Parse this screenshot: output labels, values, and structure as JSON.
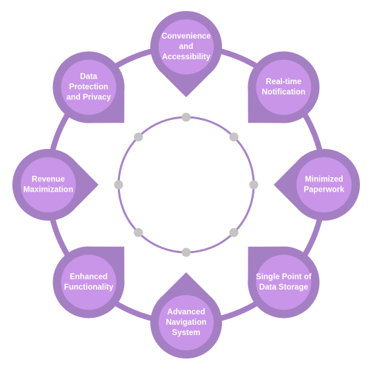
{
  "colors": {
    "petal_outer": "#a57fc4",
    "petal_inner": "#c995e9",
    "center_ring": "#a882c6",
    "dots": "#c4c4c4",
    "label": "#ffffff"
  },
  "center_ring": {
    "label": ""
  },
  "benefits": [
    {
      "id": "convenience",
      "lines": [
        "Convenience",
        "and",
        "Accessibility"
      ]
    },
    {
      "id": "realtime",
      "lines": [
        "Real-time",
        "Notification"
      ]
    },
    {
      "id": "paperwork",
      "lines": [
        "Minimized",
        "Paperwork"
      ]
    },
    {
      "id": "storage",
      "lines": [
        "Single Point of",
        "Data Storage"
      ]
    },
    {
      "id": "navigation",
      "lines": [
        "Advanced",
        "Navigation",
        "System"
      ]
    },
    {
      "id": "functionality",
      "lines": [
        "Enhanced",
        "Functionality"
      ]
    },
    {
      "id": "revenue",
      "lines": [
        "Revenue",
        "Maximization"
      ]
    },
    {
      "id": "privacy",
      "lines": [
        "Data",
        "Protection",
        "and Privacy"
      ]
    }
  ]
}
